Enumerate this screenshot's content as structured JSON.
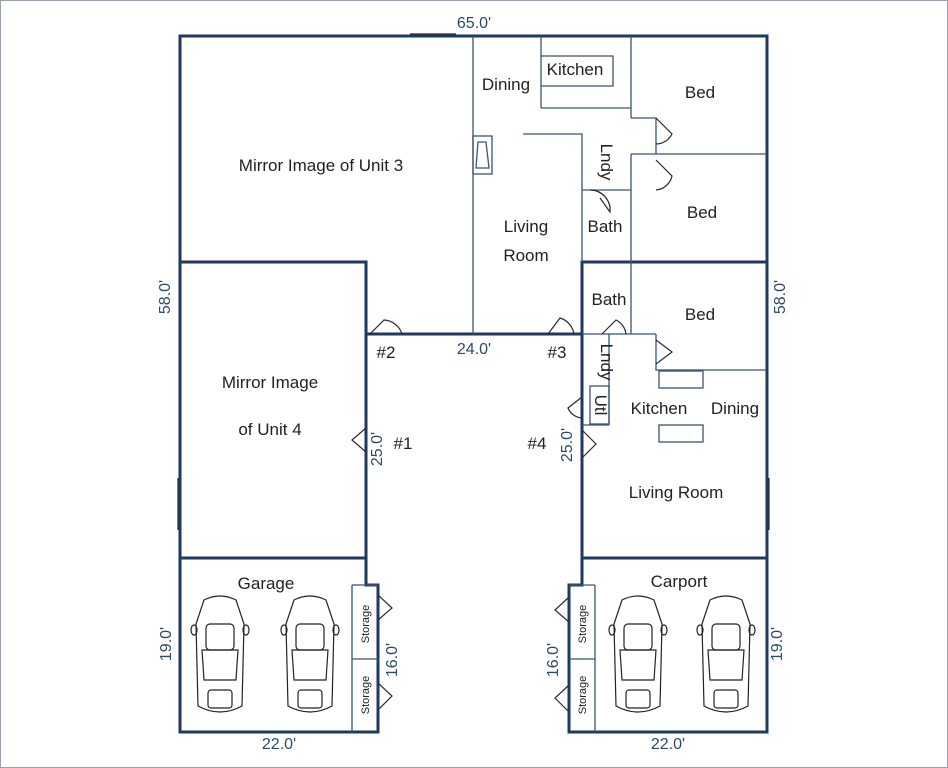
{
  "dimensions": {
    "top_width": "65.0'",
    "left_height": "58.0'",
    "right_height": "58.0'",
    "courtyard_width": "24.0'",
    "door1_depth": "25.0'",
    "door4_depth": "25.0'",
    "garage_height": "19.0'",
    "carport_height": "19.0'",
    "garage_width": "22.0'",
    "carport_width": "22.0'",
    "garage_storage": "16.0'",
    "carport_storage": "16.0'"
  },
  "rooms": {
    "mirror_unit3": "Mirror Image of Unit 3",
    "mirror_unit4_line1": "Mirror Image",
    "mirror_unit4_line2": "of Unit 4",
    "dining_top": "Dining",
    "kitchen_top": "Kitchen",
    "bed_top1": "Bed",
    "bed_top2": "Bed",
    "lndy_top": "Lndy",
    "bath_top": "Bath",
    "living_top_line1": "Living",
    "living_top_line2": "Room",
    "bath_right": "Bath",
    "bed_right": "Bed",
    "lndy_right": "Lndy",
    "utl_right": "Utl",
    "kitchen_right": "Kitchen",
    "dining_right": "Dining",
    "living_right": "Living Room",
    "garage": "Garage",
    "carport": "Carport",
    "storage": "Storage"
  },
  "doors": {
    "d1": "#1",
    "d2": "#2",
    "d3": "#3",
    "d4": "#4"
  },
  "colors": {
    "wall": "#1f3a5f",
    "dimension_text": "#2c4a68",
    "background": "#ffffff"
  }
}
